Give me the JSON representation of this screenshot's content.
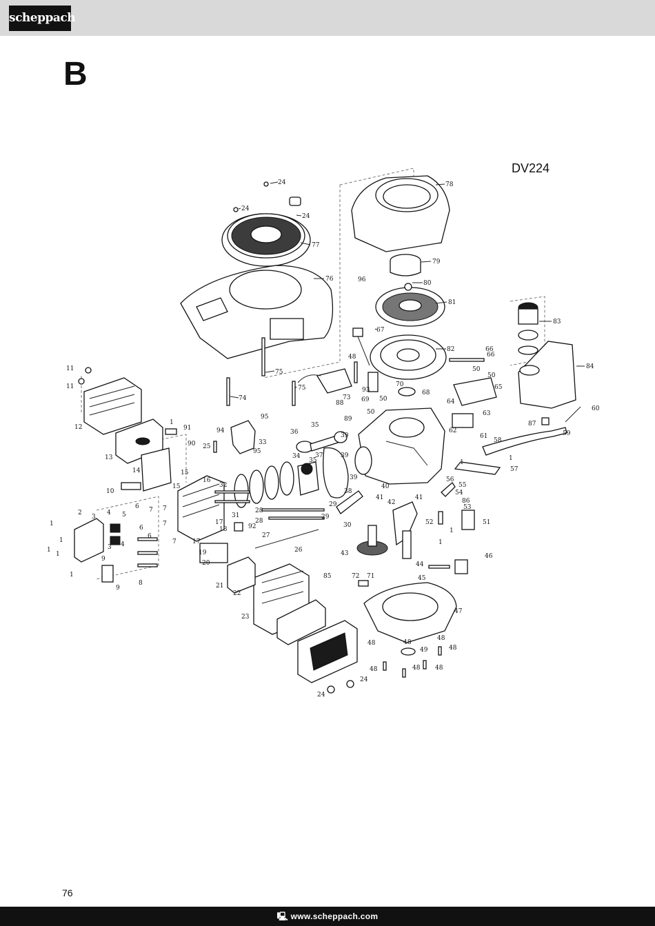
{
  "header": {
    "brand": "scheppach"
  },
  "section_letter": "B",
  "model": "DV224",
  "page_number": "76",
  "footer": {
    "website": "www.scheppach.com"
  },
  "callouts": [
    "1",
    "2",
    "3",
    "4",
    "5",
    "6",
    "7",
    "8",
    "9",
    "10",
    "11",
    "12",
    "13",
    "14",
    "15",
    "16",
    "17",
    "18",
    "19",
    "20",
    "21",
    "22",
    "23",
    "24",
    "25",
    "26",
    "27",
    "28",
    "29",
    "30",
    "31",
    "32",
    "33",
    "34",
    "35",
    "36",
    "37",
    "38",
    "39",
    "40",
    "41",
    "42",
    "43",
    "44",
    "45",
    "46",
    "47",
    "48",
    "49",
    "50",
    "51",
    "52",
    "53",
    "54",
    "55",
    "56",
    "57",
    "58",
    "59",
    "60",
    "61",
    "62",
    "63",
    "64",
    "65",
    "66",
    "67",
    "68",
    "69",
    "70",
    "71",
    "72",
    "73",
    "74",
    "75",
    "76",
    "77",
    "78",
    "79",
    "80",
    "81",
    "82",
    "83",
    "84",
    "85",
    "86",
    "87",
    "88",
    "89",
    "90",
    "91",
    "92",
    "93",
    "94",
    "95",
    "96"
  ]
}
